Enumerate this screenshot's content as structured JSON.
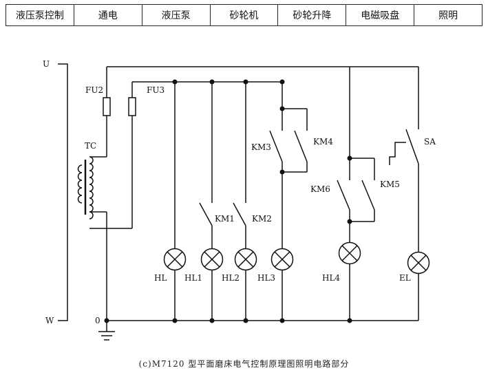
{
  "header": {
    "cells": [
      "液压泵控制",
      "通电",
      "液压泵",
      "砂轮机",
      "砂轮升降",
      "电磁吸盘",
      "照明"
    ]
  },
  "diagram": {
    "labels": {
      "U": "U",
      "W": "W",
      "FU2": "FU2",
      "FU3": "FU3",
      "TC": "TC",
      "zero": "0",
      "KM3": "KM3",
      "KM4": "KM4",
      "KM6": "KM6",
      "KM5": "KM5",
      "SA": "SA",
      "KM1": "KM1",
      "KM2": "KM2",
      "HL": "HL",
      "HL1": "HL1",
      "HL2": "HL2",
      "HL3": "HL3",
      "HL4": "HL4",
      "EL": "EL"
    }
  },
  "caption": "(c)M7120 型平面磨床电气控制原理图照明电路部分"
}
